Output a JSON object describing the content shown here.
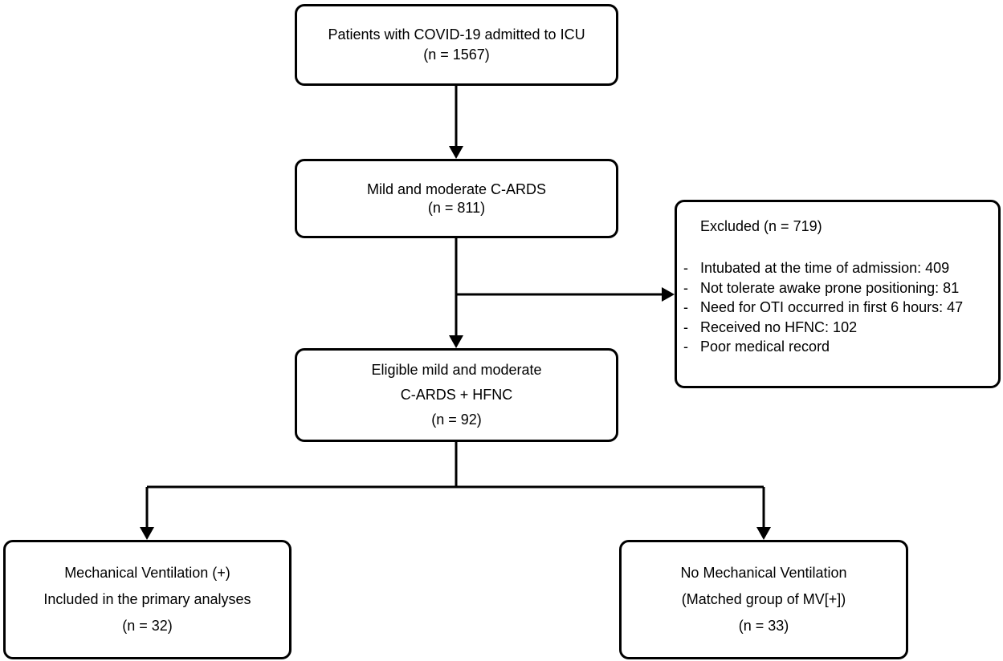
{
  "diagram": {
    "top": {
      "line1": "Patients with COVID-19 admitted to ICU",
      "line2": "(n = 1567)"
    },
    "mild": {
      "line1": "Mild and moderate C-ARDS",
      "line2": "(n = 811)"
    },
    "excluded": {
      "title": "Excluded (n = 719)",
      "items": [
        "Intubated at the time of admission: 409",
        "Not tolerate awake prone positioning: 81",
        "Need for OTI occurred in first 6 hours: 47",
        "Received no HFNC: 102",
        "Poor medical record"
      ]
    },
    "eligible": {
      "line1": "Eligible mild and moderate",
      "line2": "C-ARDS + HFNC",
      "line3": "(n = 92)"
    },
    "mv": {
      "line1": "Mechanical Ventilation (+)",
      "line2": "Included in the primary analyses",
      "line3": "(n = 32)"
    },
    "nomv": {
      "line1": "No Mechanical Ventilation",
      "line2": "(Matched group of MV[+])",
      "line3": "(n = 33)"
    }
  }
}
